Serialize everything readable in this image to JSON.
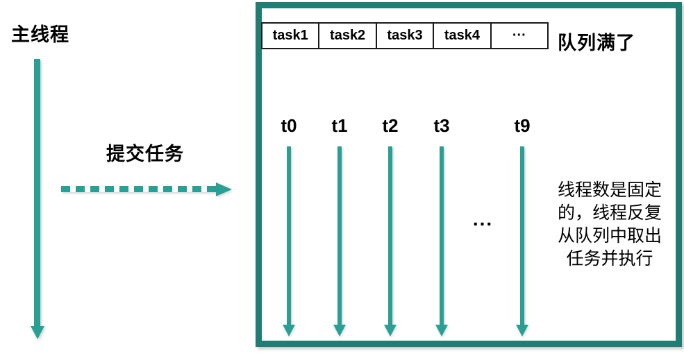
{
  "colors": {
    "teal_arrow": "#2aa095",
    "teal_border": "#1f7d74",
    "text": "#000000",
    "queue_border": "#1a1a1a"
  },
  "left_side": {
    "main_thread_label": "主线程",
    "submit_task_label": "提交任务"
  },
  "pool_box": {
    "queue": {
      "cells": [
        "task1",
        "task2",
        "task3",
        "task4",
        "···"
      ]
    },
    "queue_full_label": "队列满了",
    "threads": [
      "t0",
      "t1",
      "t2",
      "t3",
      "t9"
    ],
    "threads_ellipsis": "...",
    "note_lines": [
      "线程数是固定",
      "的，线程反复",
      "从队列中取出",
      "任务并执行"
    ]
  }
}
